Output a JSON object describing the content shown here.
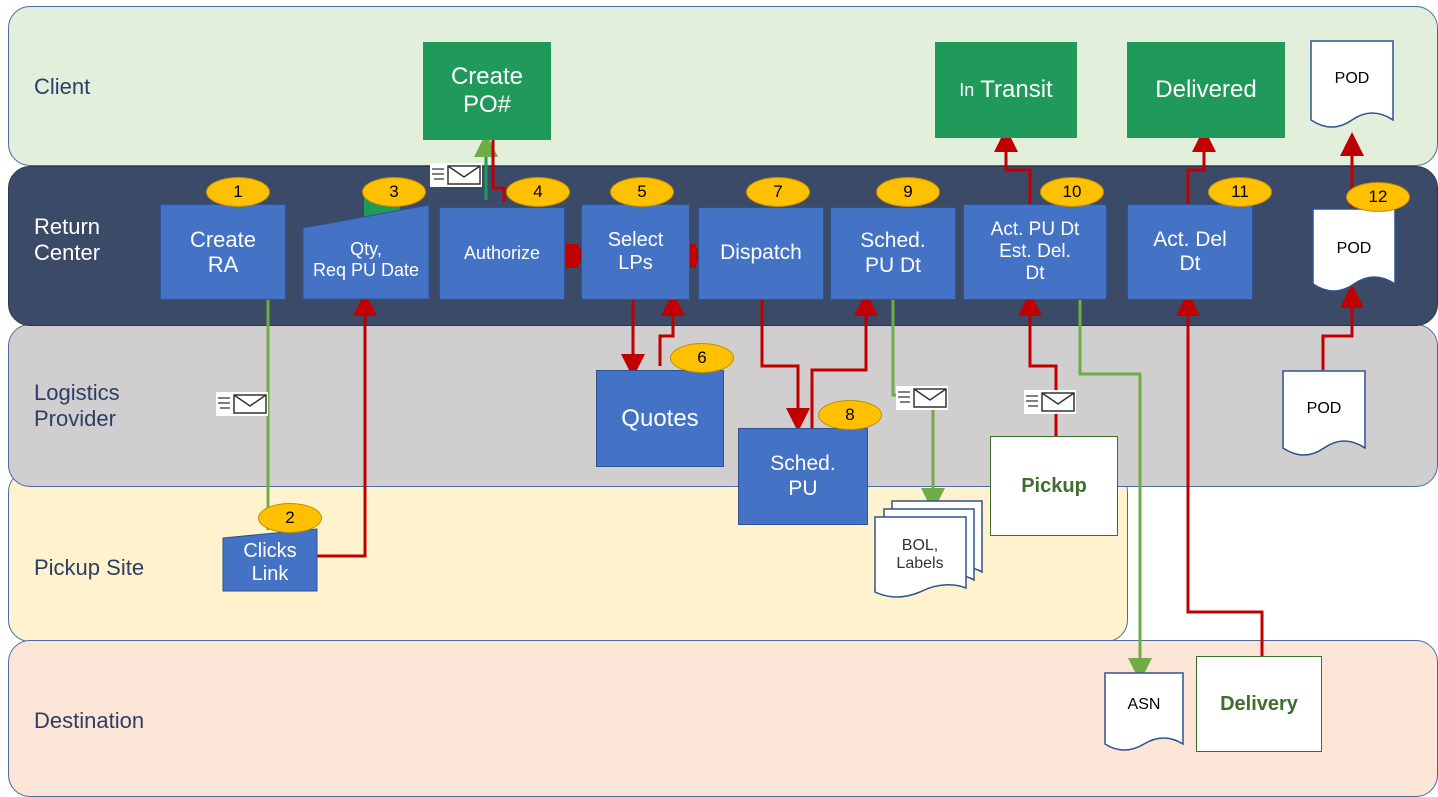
{
  "lanes": {
    "client": "Client",
    "return_center": "Return\nCenter",
    "logistics_provider": "Logistics\nProvider",
    "pickup_site": "Pickup Site",
    "destination": "Destination"
  },
  "steps": {
    "create_ra": "Create\nRA",
    "qty_req": "Qty,\nReq PU Date",
    "authorize": "Authorize",
    "select_lps": "Select\nLPs",
    "dispatch": "Dispatch",
    "sched_pu_dt": "Sched.\nPU Dt",
    "act_pu_dt": "Act. PU Dt\nEst. Del.\nDt",
    "act_del_dt": "Act. Del\nDt",
    "clicks_link": "Clicks\nLink",
    "quotes": "Quotes",
    "sched_pu": "Sched.\nPU",
    "create_po": "Create\nPO#",
    "in_transit_prefix": "In",
    "in_transit": "Transit",
    "delivered": "Delivered",
    "pickup": "Pickup",
    "delivery": "Delivery"
  },
  "docs": {
    "pod": "POD",
    "bol": "BOL,\nLabels",
    "asn": "ASN"
  },
  "numbers": [
    "1",
    "2",
    "3",
    "4",
    "5",
    "6",
    "7",
    "8",
    "9",
    "10",
    "11",
    "12"
  ],
  "colors": {
    "client_lane": "#e2efda",
    "return_lane": "#3b4a66",
    "logistics_lane": "#d0cece",
    "pickup_lane": "#fff2cc",
    "destination_lane": "#fbe5d6",
    "step_blue": "#4472c4",
    "client_green": "#1f9a5a",
    "badge": "#ffc000",
    "red_arrow": "#c00000",
    "green_arrow": "#70ad47"
  },
  "icons": [
    "email-icon"
  ]
}
